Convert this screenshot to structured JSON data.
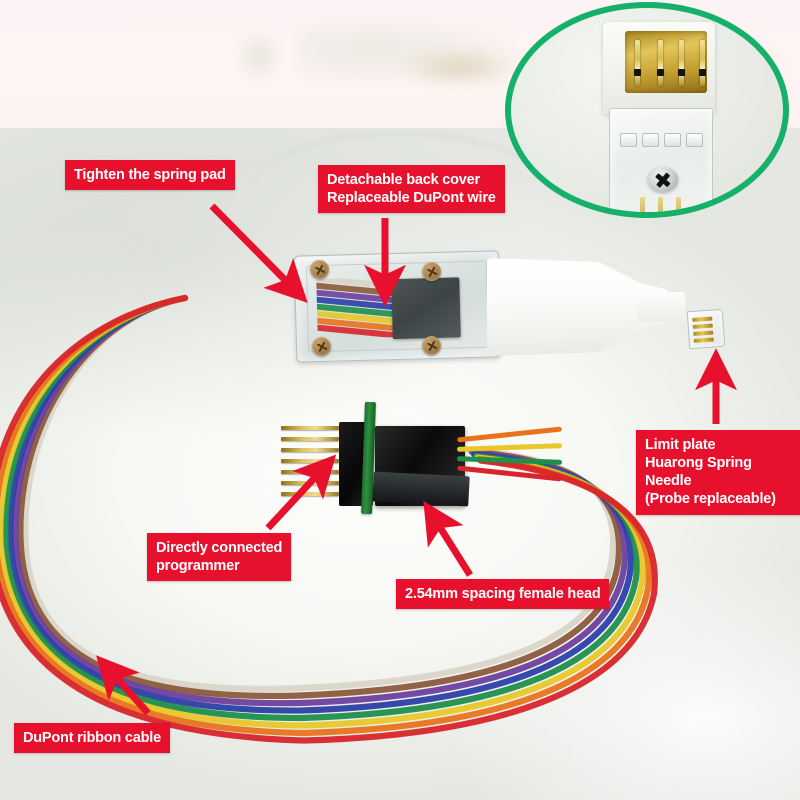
{
  "image": {
    "kind": "product-photo-annotated",
    "subject": "Spring-needle programming probe clip with DuPont ribbon cable",
    "background_color": "#fdf4f4",
    "photo_background_color": "#f3f4f0"
  },
  "theme": {
    "label_background": "#e8112d",
    "label_text_color": "#ffffff",
    "arrow_color": "#e8112d",
    "inset_ring_color": "#15b069"
  },
  "labels": [
    {
      "id": "spring-pad",
      "text": "Tighten the spring pad"
    },
    {
      "id": "back-cover",
      "text": "Detachable back cover\nReplaceable DuPont wire"
    },
    {
      "id": "limit-plate",
      "text": "Limit plate\nHuarong Spring Needle\n(Probe replaceable)"
    },
    {
      "id": "programmer",
      "text": "Directly connected\nprogrammer"
    },
    {
      "id": "female-head",
      "text": "2.54mm spacing female head"
    },
    {
      "id": "ribbon-cable",
      "text": "DuPont ribbon cable"
    }
  ],
  "inset": {
    "name": "magnified-probe-head",
    "ring_color": "#15b069",
    "pin_count": 4,
    "screw": "phillips-cross-screw"
  },
  "hardware": {
    "housing": {
      "name": "transparent-housing",
      "screw_count": 4
    },
    "handle": {
      "name": "white-probe-handle"
    },
    "probe_tip": {
      "name": "spring-needle-probe-tip",
      "contacts": 4
    },
    "header_board": {
      "name": "pin-header-board",
      "pin_count": 7,
      "pcb_color": "#2f9142"
    }
  },
  "ribbon": {
    "name": "dupont-ribbon-cable",
    "wire_colors": [
      "#d9d5c8",
      "#8b5a3c",
      "#6d3f9e",
      "#2b3fa8",
      "#1f8f4a",
      "#e8c72a",
      "#e8731c",
      "#d8252a"
    ]
  }
}
